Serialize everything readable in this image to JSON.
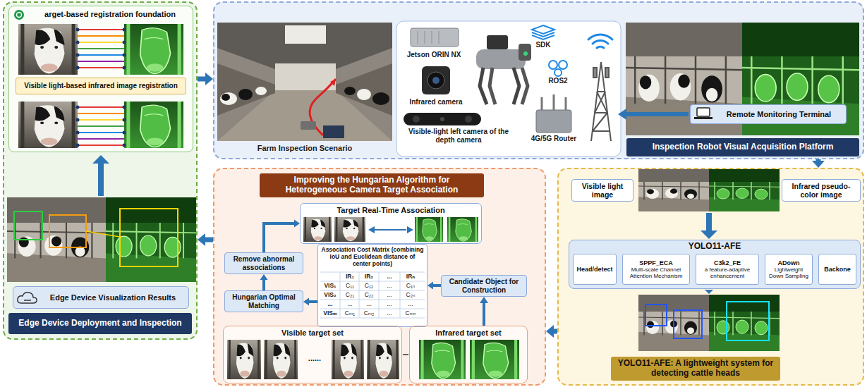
{
  "diagram": {
    "nodes": [
      {
        "text": [
          "Edge Device Deployment and Inspection"
        ]
      },
      {
        "text": [
          "arget-based registration foundation"
        ],
        "in": 0
      },
      {
        "text": [
          "Visible light-based infrared image registration"
        ],
        "in": 1
      },
      {
        "text": [
          "Edge Device Visualization Results"
        ],
        "in": 0
      },
      {
        "text": [
          "Inspection Robot Visual Acquisition Platform"
        ]
      },
      {
        "text": [
          "Remote Monitoring Terminal"
        ],
        "in": 4
      },
      {
        "text": [
          "Improving the Hungarian Algorithm for Heterogeneous Camera Target Association"
        ]
      },
      {
        "text": [
          "Target Real-Time Association"
        ],
        "in": 6
      },
      {
        "text": [
          "Remove abnormal associations"
        ],
        "in": 6
      },
      {
        "text": [
          "Association Cost Matrix (combining IoU and Euclidean distance of center points)"
        ],
        "in": 6
      },
      {
        "text": [
          "Hungarian Optimal Matching"
        ],
        "in": 6
      },
      {
        "text": [
          "Candidate Object for Construction"
        ],
        "in": 6
      },
      {
        "text": [
          "Visible target set"
        ],
        "in": 6
      },
      {
        "text": [
          "Infrared target set"
        ],
        "in": 6
      },
      {
        "text": [
          "YOLO11-AFE: A lightweight system for detecting cattle heads"
        ]
      },
      {
        "text": [
          "Visible light image"
        ],
        "in": 14
      },
      {
        "text": [
          "Infrared pseudo-color image"
        ],
        "in": 14
      },
      {
        "text": [
          "YOLO11-AFE"
        ],
        "in": 14
      },
      {
        "text": [
          "Head/detect"
        ],
        "in": 17
      },
      {
        "text": [
          "SPPF_ECA",
          "Multi-scale Channel Attention Mechanism"
        ],
        "in": 17
      },
      {
        "text": [
          "C3k2_FE",
          "a feature-adaptive enhancement"
        ],
        "in": 17
      },
      {
        "text": [
          "ADown",
          "Lightweight Down Sampling"
        ],
        "in": 17
      },
      {
        "text": [
          "Backone"
        ],
        "in": 17
      }
    ],
    "edges": [
      {
        "from": 0,
        "to": 4,
        "arrow": "to"
      },
      {
        "from": 4,
        "to": 14,
        "arrow": "to"
      },
      {
        "from": 14,
        "to": 6,
        "arrow": "to"
      },
      {
        "from": 6,
        "to": 0,
        "arrow": "to"
      },
      {
        "from": 13,
        "to": 11,
        "arrow": "to"
      },
      {
        "from": 11,
        "to": 9,
        "arrow": "to"
      },
      {
        "from": 9,
        "to": 10,
        "arrow": "to"
      },
      {
        "from": 10,
        "to": 8,
        "arrow": "to"
      },
      {
        "from": 8,
        "to": 7,
        "arrow": "to"
      },
      {
        "from": 22,
        "to": 21,
        "arrow": "to"
      },
      {
        "from": 21,
        "to": 20,
        "arrow": "to"
      },
      {
        "from": 20,
        "to": 19,
        "arrow": "to"
      },
      {
        "from": 19,
        "to": 18,
        "arrow": "to"
      }
    ],
    "labels": [
      "Farm Inspection Scenario",
      "Jetson ORIN NX",
      "Infrared camera",
      "Visible-light left camera of the depth camera",
      "SDK",
      "ROS2",
      "4G/5G Router",
      "IR₁",
      "IR₂",
      "...",
      "IRₙ",
      "VIS₁",
      "C₁₁",
      "C₁₂",
      "...",
      "C₁ₙ",
      "VIS₂",
      "C₂₁",
      "C₂₂",
      "...",
      "C₂ₙ",
      "...",
      "...",
      "...",
      "...",
      "...",
      "VISₘ",
      "Cₘ₁",
      "Cₘ₂",
      "...",
      "Cₘₙ",
      "......"
    ]
  }
}
